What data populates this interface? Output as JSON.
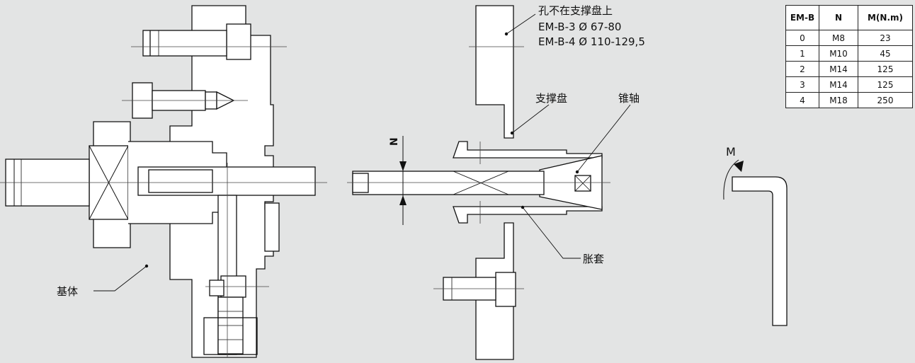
{
  "labels": {
    "hole_note_line1": "孔不在支撑盘上",
    "hole_note_line2": "EM-B-3 Ø 67-80",
    "hole_note_line3": "EM-B-4 Ø 110-129,5",
    "support_disc": "支撑盘",
    "taper_shaft": "锥轴",
    "expansion_sleeve": "胀套",
    "base_body": "基体",
    "dimension_n": "N",
    "torque_m": "M"
  },
  "table": {
    "headers": [
      "EM-B",
      "N",
      "M(N.m)"
    ],
    "rows": [
      [
        "0",
        "M8",
        "23"
      ],
      [
        "1",
        "M10",
        "45"
      ],
      [
        "2",
        "M14",
        "125"
      ],
      [
        "3",
        "M14",
        "125"
      ],
      [
        "4",
        "M18",
        "250"
      ]
    ]
  },
  "colors": {
    "background": "#e3e4e4",
    "part_fill": "#ffffff",
    "line": "#111111"
  }
}
